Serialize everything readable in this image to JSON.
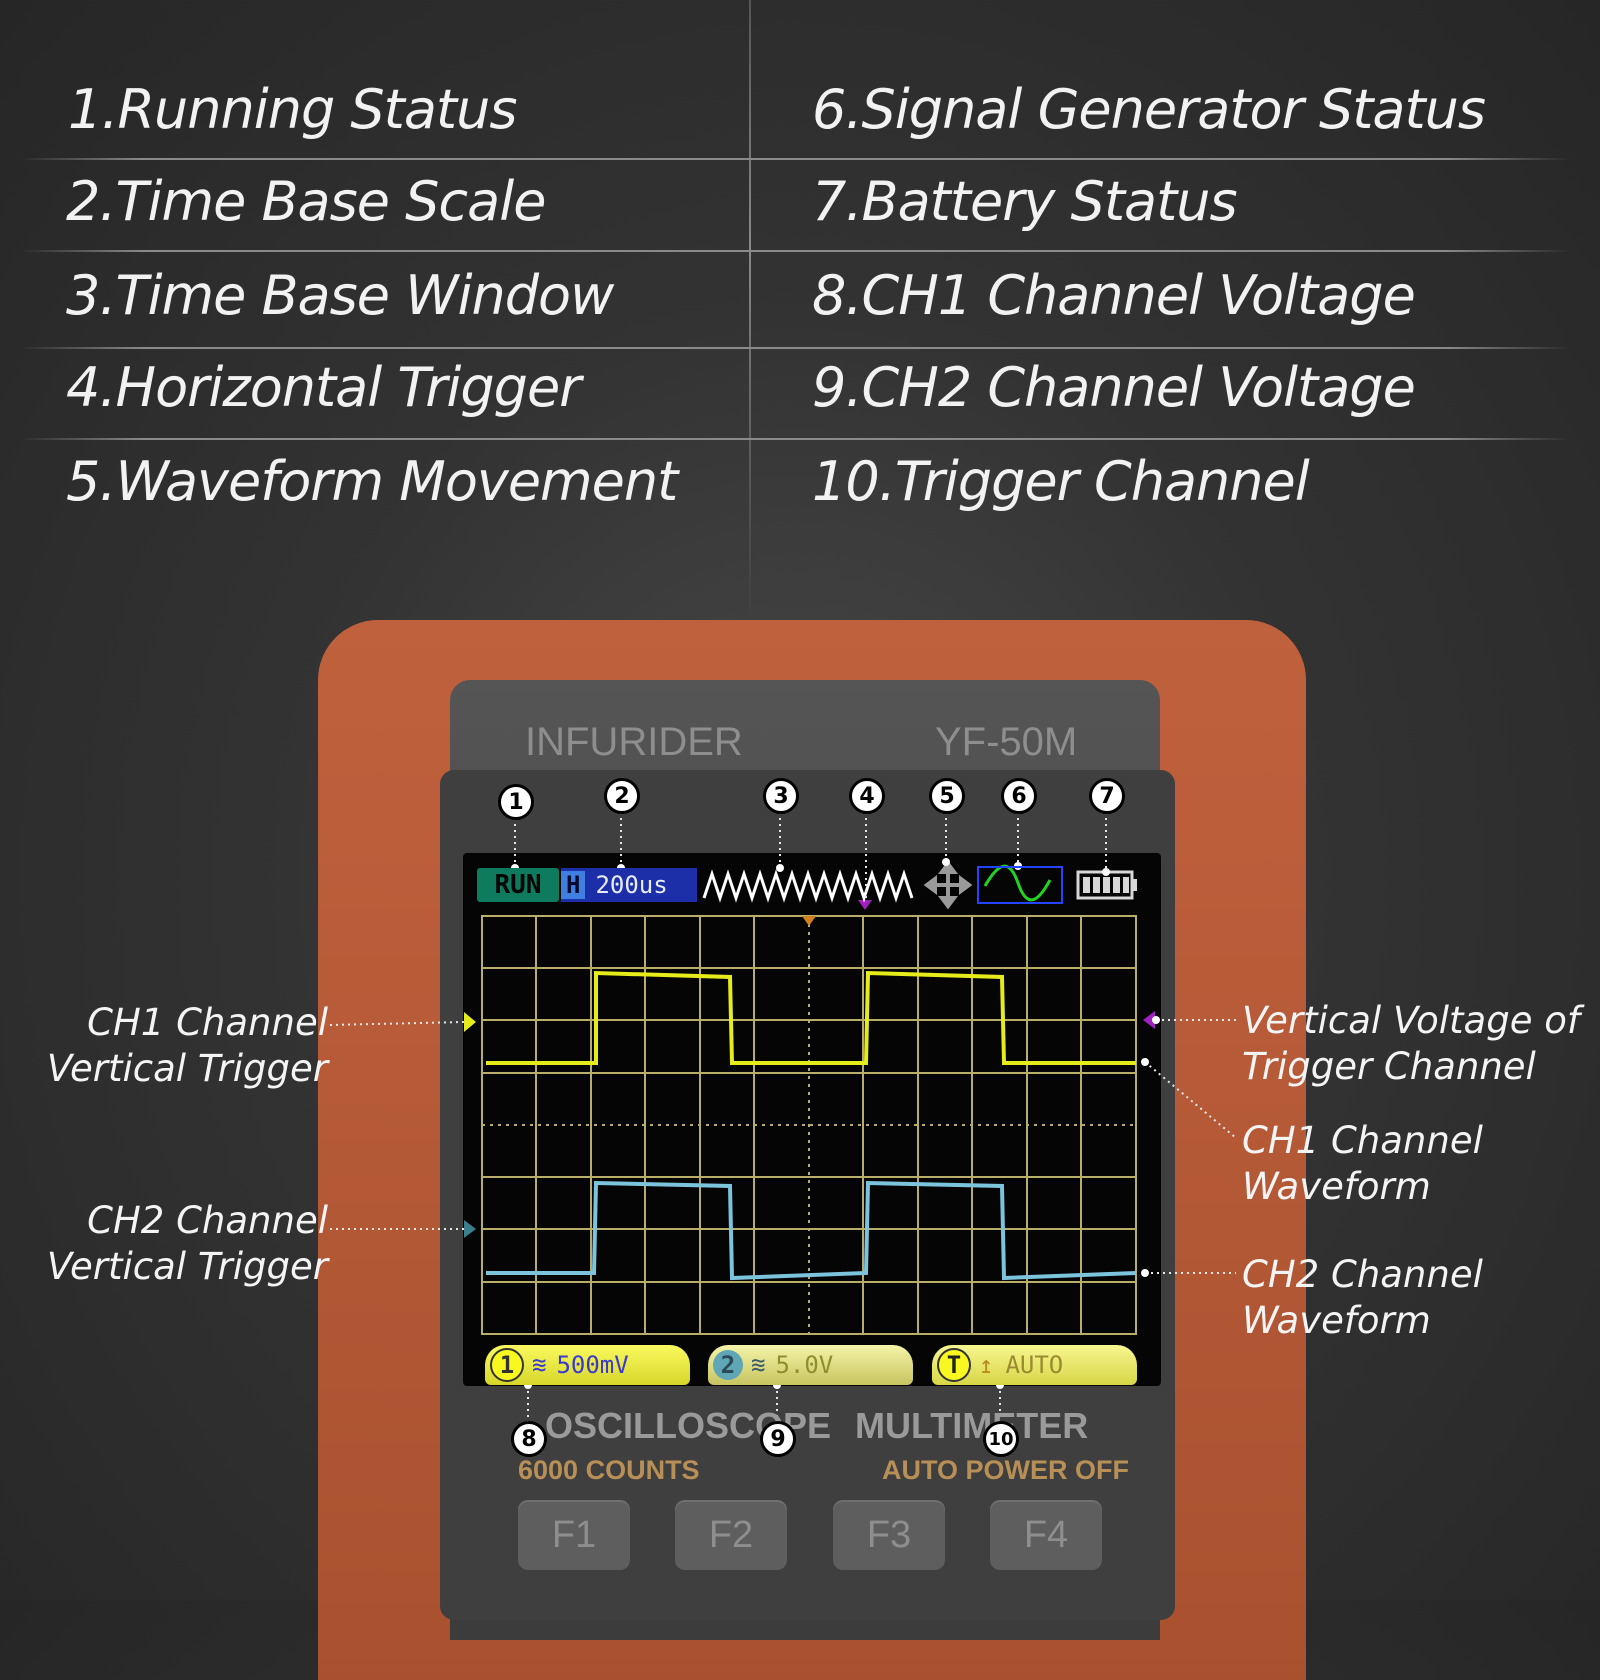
{
  "legend": {
    "left": [
      "1.Running Status",
      "2.Time Base Scale",
      "3.Time Base Window",
      "4.Horizontal Trigger",
      "5.Waveform Movement"
    ],
    "right": [
      "6.Signal Generator Status",
      "7.Battery Status",
      "8.CH1 Channel Voltage",
      "9.CH2 Channel Voltage",
      "10.Trigger Channel"
    ]
  },
  "callouts": {
    "ch1_vertical_trigger": [
      "CH1 Channel",
      "Vertical Trigger"
    ],
    "ch2_vertical_trigger": [
      "CH2 Channel",
      "Vertical Trigger"
    ],
    "trigger_channel_voltage": [
      "Vertical Voltage of",
      "Trigger Channel"
    ],
    "ch1_waveform": [
      "CH1 Channel",
      "Waveform"
    ],
    "ch2_waveform": [
      "CH2 Channel",
      "Waveform"
    ]
  },
  "device": {
    "brand": "INFURIDER",
    "model": "YF-50M",
    "label_left": "OSCILLOSCOPE",
    "label_right": "MULTIMETER",
    "sub_left": "6000 COUNTS",
    "sub_right": "AUTO POWER OFF",
    "fkeys": [
      "F1",
      "F2",
      "F3",
      "F4"
    ]
  },
  "screen": {
    "run_status": "RUN",
    "timebase_prefix": "H",
    "timebase_value": "200us",
    "ch1": {
      "number": "1",
      "value": "500mV"
    },
    "ch2": {
      "number": "2",
      "value": "5.0V"
    },
    "trigger": {
      "label": "T",
      "mode": "AUTO"
    }
  },
  "markers": [
    "1",
    "2",
    "3",
    "4",
    "5",
    "6",
    "7",
    "8",
    "9",
    "10"
  ],
  "colors": {
    "ch1": "#e6ec1a",
    "ch2": "#7cc4dc",
    "grid": "#b9ad6a",
    "device_orange": "#b85a35"
  }
}
